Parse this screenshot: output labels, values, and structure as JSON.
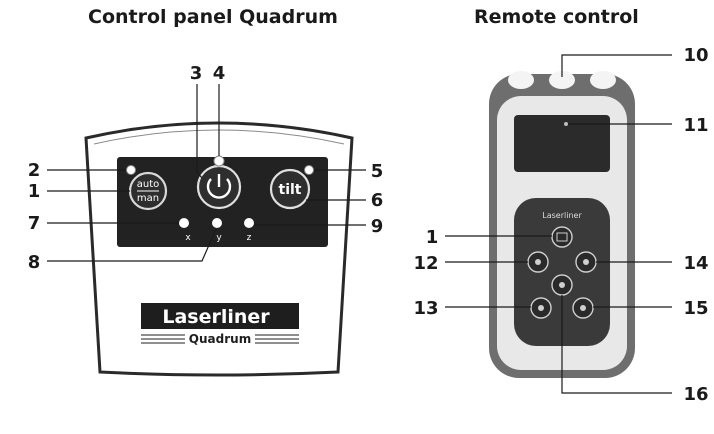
{
  "titles": {
    "left": "Control panel Quadrum",
    "right": "Remote control"
  },
  "panel": {
    "btn_auto": "auto",
    "btn_man": "man",
    "btn_tilt": "tilt",
    "axis_x": "x",
    "axis_y": "y",
    "axis_z": "z",
    "brand": "Laserliner",
    "registered": "®",
    "model": "Quadrum"
  },
  "remote": {
    "brand": "Laserliner"
  },
  "callouts": {
    "c1": "1",
    "c2": "2",
    "c3": "3",
    "c4": "4",
    "c5": "5",
    "c6": "6",
    "c7": "7",
    "c8": "8",
    "c9": "9",
    "r10": "10",
    "r11": "11",
    "r1": "1",
    "r12": "12",
    "r13": "13",
    "r14": "14",
    "r15": "15",
    "r16": "16"
  },
  "colors": {
    "panel_face": "#222222",
    "remote_keypad": "#3a3a3a",
    "remote_body": "#e8e8e8",
    "remote_frame": "#6e6e6e"
  }
}
